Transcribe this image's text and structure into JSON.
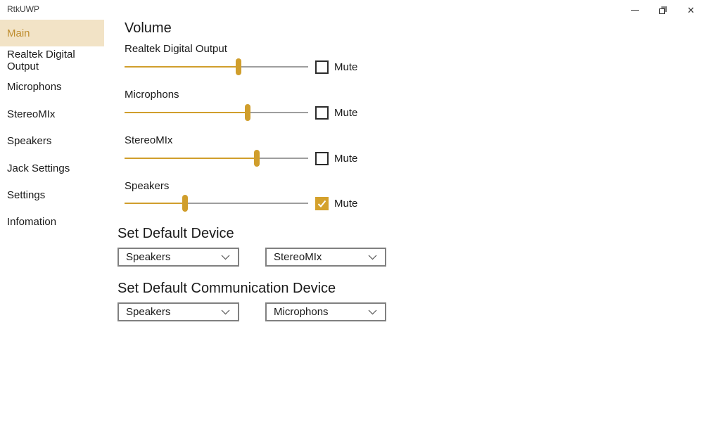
{
  "window": {
    "title": "RtkUWP"
  },
  "colors": {
    "accent": "#D09E2C",
    "accent_checked": "#D4A12C",
    "sidebar_selected_bg": "#F2E3C6",
    "sidebar_selected_text": "#BE8D2F",
    "track_gray": "#9E9E9E"
  },
  "sidebar": {
    "items": [
      {
        "label": "Main",
        "selected": true
      },
      {
        "label": "Realtek Digital Output",
        "selected": false
      },
      {
        "label": "Microphons",
        "selected": false
      },
      {
        "label": "StereoMIx",
        "selected": false
      },
      {
        "label": "Speakers",
        "selected": false
      },
      {
        "label": "Jack Settings",
        "selected": false
      },
      {
        "label": "Settings",
        "selected": false
      },
      {
        "label": "Infomation",
        "selected": false
      }
    ]
  },
  "main": {
    "volume": {
      "heading": "Volume",
      "sliders": [
        {
          "label": "Realtek Digital Output",
          "value": 62,
          "muted": false,
          "mute_label": "Mute"
        },
        {
          "label": "Microphons",
          "value": 67,
          "muted": false,
          "mute_label": "Mute"
        },
        {
          "label": "StereoMIx",
          "value": 72,
          "muted": false,
          "mute_label": "Mute"
        },
        {
          "label": "Speakers",
          "value": 33,
          "muted": true,
          "mute_label": "Mute"
        }
      ]
    },
    "default_device": {
      "heading": "Set Default Device",
      "dropdowns": [
        {
          "value": "Speakers"
        },
        {
          "value": "StereoMIx"
        }
      ]
    },
    "default_communication_device": {
      "heading": "Set Default Communication Device",
      "dropdowns": [
        {
          "value": "Speakers"
        },
        {
          "value": "Microphons"
        }
      ]
    }
  }
}
